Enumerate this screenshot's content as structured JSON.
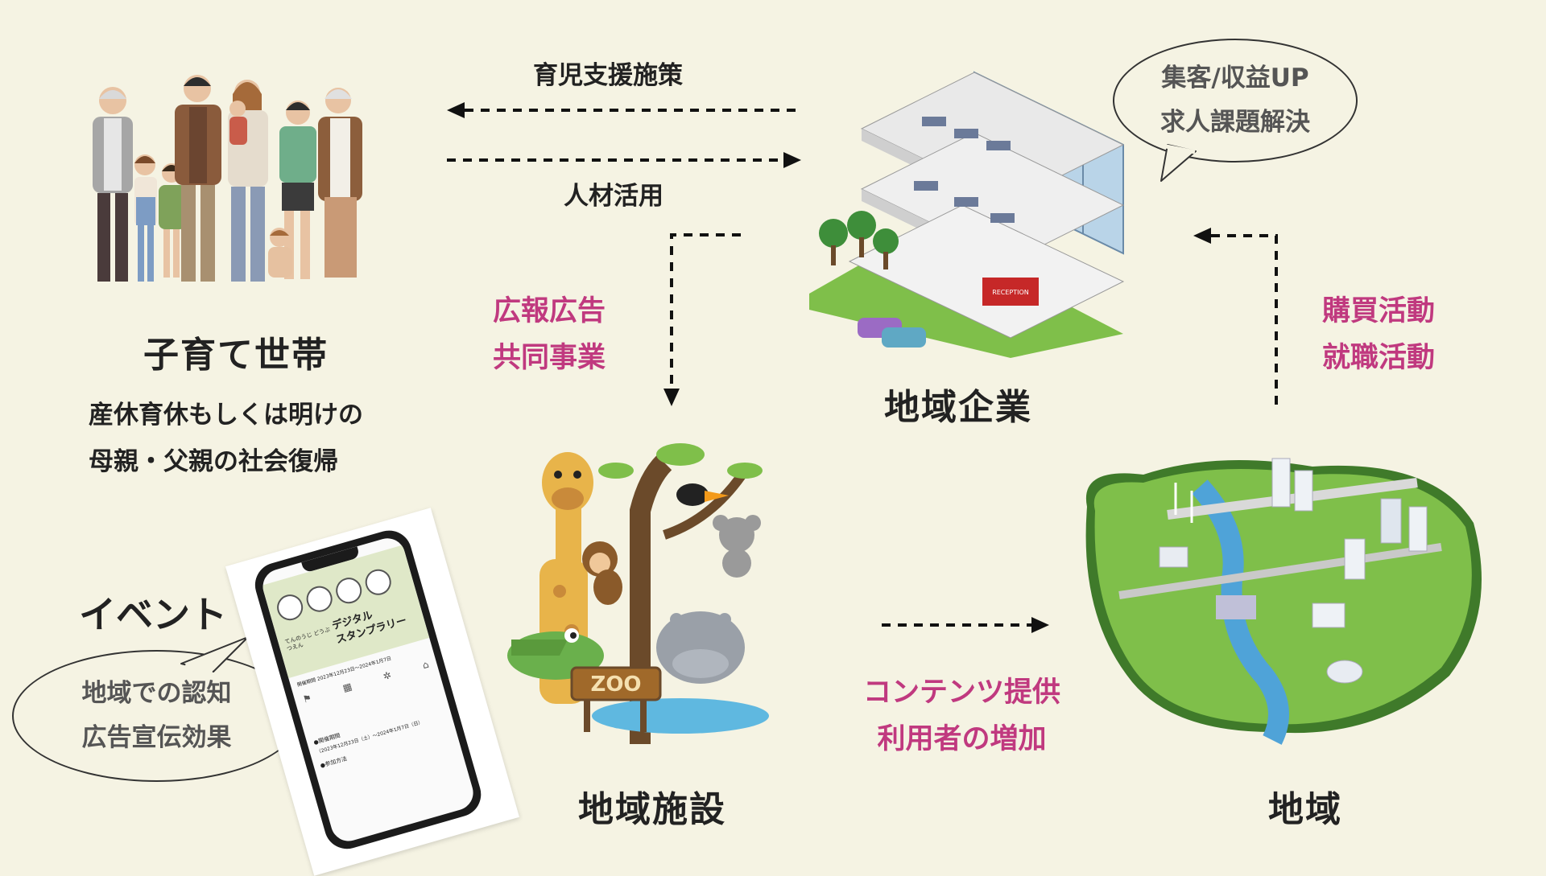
{
  "family": {
    "title": "子育て世帯",
    "desc_line1": "産休育休もしくは明けの",
    "desc_line2": "母親・父親の社会復帰"
  },
  "arrows_top": {
    "upper_label": "育児支援施策",
    "lower_label": "人材活用"
  },
  "company": {
    "title": "地域企業",
    "bubble_line1": "集客/収益UP",
    "bubble_line2": "求人課題解決",
    "sign_text": "RECEPTION"
  },
  "pr": {
    "line1": "広報広告",
    "line2": "共同事業"
  },
  "purchase": {
    "line1": "購買活動",
    "line2": "就職活動"
  },
  "event": {
    "title": "イベント",
    "bubble_line1": "地域での認知",
    "bubble_line2": "広告宣伝効果"
  },
  "phone": {
    "heading1": "デジタル",
    "heading2": "スタンプラリー",
    "small_title": "てんのうじ どうぶつえん",
    "period": "開催期間 2023年12月23日〜2024年1月7日",
    "bullet1": "●開催期間",
    "bullet2": "（2023年12月23日（土）〜2024年1月7日（日）",
    "bullet3": "●参加方法"
  },
  "facility": {
    "title": "地域施設",
    "zoo_sign": "ZOO"
  },
  "contents": {
    "line1": "コンテンツ提供",
    "line2": "利用者の増加"
  },
  "region": {
    "title": "地域"
  },
  "colors": {
    "background": "#f5f3e3",
    "accent_pink": "#c0397f",
    "text_dark": "#222222",
    "bubble_text": "#555555"
  }
}
